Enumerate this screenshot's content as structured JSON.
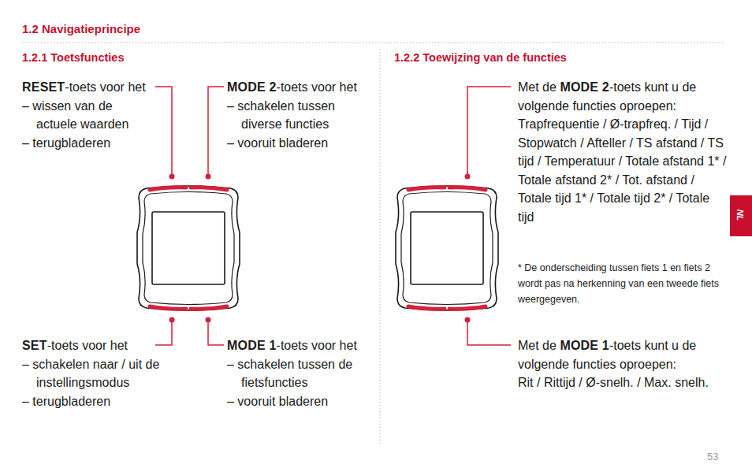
{
  "diagram": {
    "title": "1.2 Navigatieprincipe",
    "labels": [
      "1.2.1 Toetsfuncties",
      "1.2.2 Toewijzing van de functies",
      "RESET",
      "-toets voor het",
      "– wissen van de actuele waarden",
      "– terugbladeren",
      "MODE 2",
      "-toets voor het",
      "– schakelen tussen diverse functies",
      "– vooruit bladeren",
      "SET",
      "-toets voor het",
      "– schakelen naar / uit de instellingsmodus",
      "– terugbladeren",
      "MODE 1",
      "-toets voor het",
      "– schakelen tussen de fietsfuncties",
      "– vooruit bladeren",
      "Met de",
      "MODE 2",
      "-toets kunt u de volgende functies oproepen:",
      "Trapfrequentie / Ø-trapfreq. / Tijd / Stopwatch / Afteller / TS afstand / TS tijd / Temperatuur / Totale afstand 1* / Totale afstand 2* / Tot. afstand / Totale tijd 1* / Totale tijd 2* / Totale tijd",
      "* De onderscheiding tussen fiets 1 en fiets 2 wordt pas na herkenning van een tweede fiets weergegeven.",
      "Met de",
      "MODE 1",
      "-toets kunt u de volgende functies oproepen:",
      "Rit / Rittijd / Ø-snelh. / Max. snelh.",
      "NL",
      "53"
    ]
  }
}
